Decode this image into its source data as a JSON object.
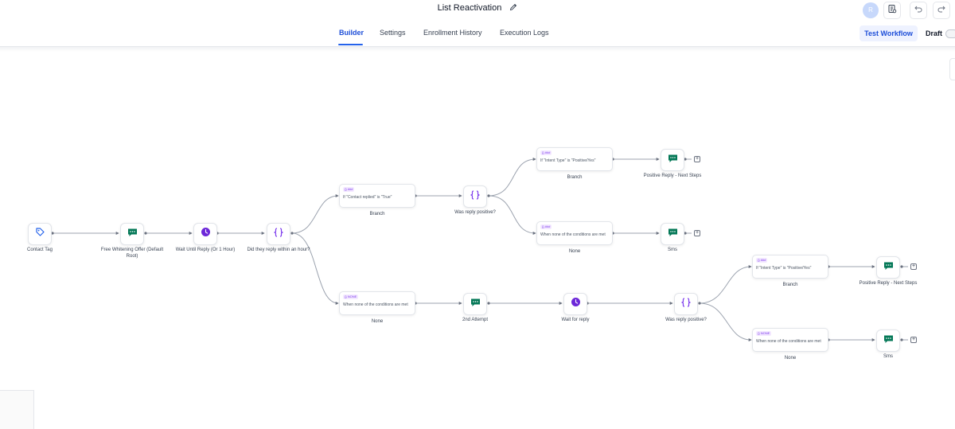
{
  "header": {
    "title": "List Reactivation",
    "avatar_initials": "R"
  },
  "tabs": [
    {
      "label": "Builder",
      "active": true
    },
    {
      "label": "Settings"
    },
    {
      "label": "Enrollment History"
    },
    {
      "label": "Execution Logs"
    }
  ],
  "actions": {
    "test_workflow": "Test Workflow",
    "status": "Draft"
  },
  "nodes": {
    "contact_tag": {
      "label": "Contact Tag",
      "icon": "tag-icon"
    },
    "free_whitening": {
      "label": "Free Whitening Offer (Default Root)",
      "icon": "message-icon"
    },
    "wait_until_reply": {
      "label": "Wait Until Reply (Or 1 Hour)",
      "icon": "clock-icon"
    },
    "did_they_reply": {
      "label": "Did they reply within an hour?",
      "icon": "condition-icon"
    },
    "was_reply_positive_1": {
      "label": "Was reply positive?",
      "icon": "condition-icon"
    },
    "positive_reply_1": {
      "label": "Positive Reply - Next Steps",
      "icon": "message-icon"
    },
    "sms_1": {
      "label": "Sms",
      "icon": "message-icon"
    },
    "second_attempt": {
      "label": "2nd Attempt",
      "icon": "message-icon"
    },
    "wait_for_reply": {
      "label": "Wait for reply",
      "icon": "clock-icon"
    },
    "was_reply_positive_2": {
      "label": "Was reply positive?",
      "icon": "condition-icon"
    },
    "positive_reply_2": {
      "label": "Positive Reply - Next Steps",
      "icon": "message-icon"
    },
    "sms_2": {
      "label": "Sms",
      "icon": "message-icon"
    }
  },
  "conditions": {
    "branch_contact_replied": {
      "badge": "{} ###",
      "text": "If \"Contact replied\" is \"True\"",
      "label": "Branch"
    },
    "none_1": {
      "badge": "{} NONE",
      "text": "When none of the conditions are met",
      "label": "None"
    },
    "branch_intent_1": {
      "badge": "{} ###",
      "text": "If \"Intent Type\" is \"Positive/Yes\"",
      "label": "Branch"
    },
    "none_intent_1": {
      "badge": "{} ###",
      "text": "When none of the conditions are met",
      "label": "None"
    },
    "branch_intent_2": {
      "badge": "{} ###",
      "text": "If \"Intent Type\" is \"Positive/Yes\"",
      "label": "Branch"
    },
    "none_intent_2": {
      "badge": "{} NONE",
      "text": "When none of the conditions are met",
      "label": "None"
    }
  },
  "colors": {
    "accent": "#2563eb",
    "message_green": "#047857",
    "clock_purple": "#6d28d9",
    "condition_purple": "#7c3aed",
    "tag_blue": "#2563eb",
    "edge": "#9ca3af"
  }
}
